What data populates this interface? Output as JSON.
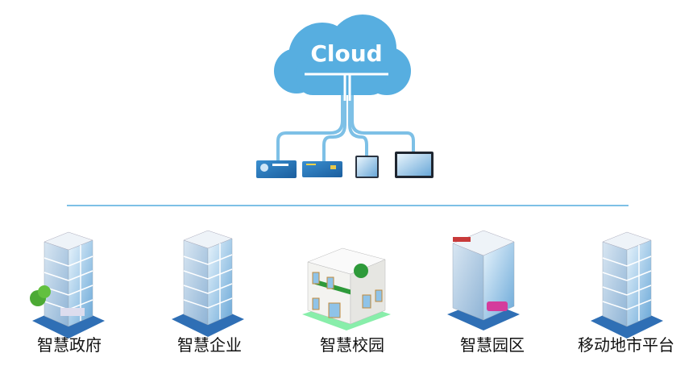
{
  "cloud": {
    "label": "Cloud",
    "color": "#57aee0"
  },
  "devices": [
    {
      "name": "bank-card"
    },
    {
      "name": "credit-card"
    },
    {
      "name": "tablet"
    },
    {
      "name": "monitor"
    }
  ],
  "nodes": [
    {
      "label": "智慧政府"
    },
    {
      "label": "智慧企业"
    },
    {
      "label": "智慧校园"
    },
    {
      "label": "智慧园区"
    },
    {
      "label": "移动地市平台"
    }
  ],
  "line_color": "#7dc0e6"
}
